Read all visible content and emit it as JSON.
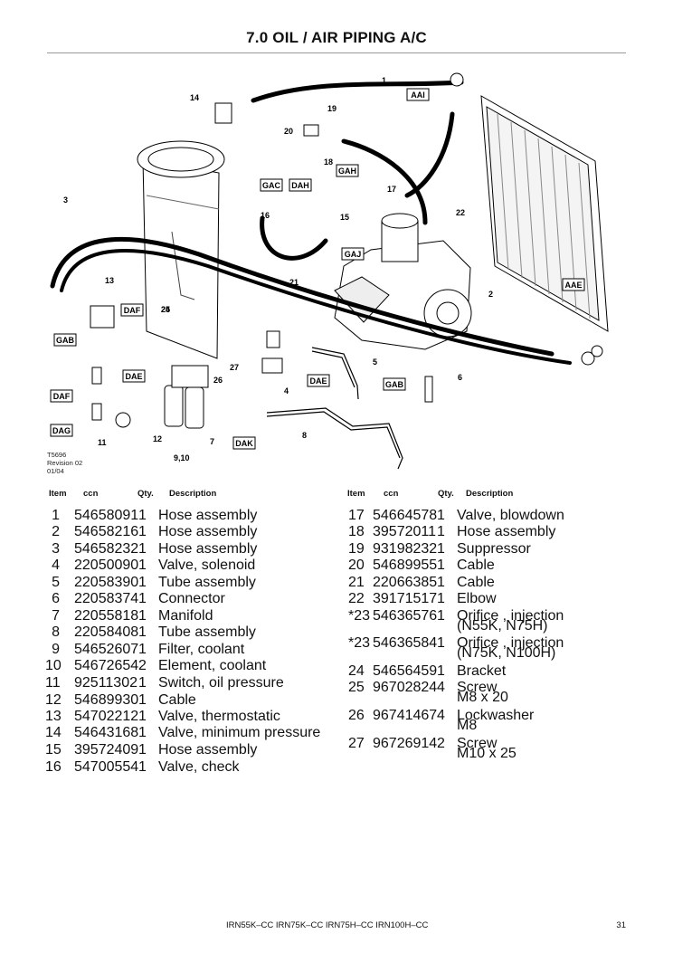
{
  "page": {
    "title": "7.0  OIL / AIR PIPING A/C",
    "footer_models": "IRN55K–CC   IRN75K–CC  IRN75H–CC  IRN100H–CC",
    "page_number": "31"
  },
  "figure": {
    "revision_lines": [
      "T5696",
      "Revision 02",
      "01/04"
    ],
    "callouts": [
      "1",
      "2",
      "3",
      "4",
      "5",
      "6",
      "7",
      "8",
      "9,10",
      "11",
      "12",
      "13",
      "14",
      "15",
      "16",
      "17",
      "18",
      "19",
      "20",
      "21",
      "22",
      "24",
      "25",
      "26",
      "27"
    ],
    "connection_labels": [
      "AAI",
      "GAH",
      "GAC",
      "DAH",
      "GAJ",
      "AAE",
      "DAF",
      "GAB",
      "DAE",
      "DAF",
      "DAG",
      "DAE",
      "GAB",
      "DAK"
    ]
  },
  "table": {
    "headers": {
      "item": "Item",
      "ccn": "ccn",
      "qty": "Qty.",
      "description": "Description"
    },
    "left": [
      {
        "item": "1",
        "ccn": "54658091",
        "qty": "1",
        "desc": [
          "Hose assembly"
        ]
      },
      {
        "item": "2",
        "ccn": "54658216",
        "qty": "1",
        "desc": [
          "Hose assembly"
        ]
      },
      {
        "item": "3",
        "ccn": "54658232",
        "qty": "1",
        "desc": [
          "Hose assembly"
        ]
      },
      {
        "item": "4",
        "ccn": "22050090",
        "qty": "1",
        "desc": [
          "Valve, solenoid"
        ]
      },
      {
        "item": "5",
        "ccn": "22058390",
        "qty": "1",
        "desc": [
          "Tube assembly"
        ]
      },
      {
        "item": "6",
        "ccn": "22058374",
        "qty": "1",
        "desc": [
          "Connector"
        ]
      },
      {
        "item": "7",
        "ccn": "22055818",
        "qty": "1",
        "desc": [
          "Manifold"
        ]
      },
      {
        "item": "8",
        "ccn": "22058408",
        "qty": "1",
        "desc": [
          "Tube assembly"
        ]
      },
      {
        "item": "9",
        "ccn": "54652607",
        "qty": "1",
        "desc": [
          "Filter, coolant"
        ]
      },
      {
        "item": "10",
        "ccn": "54672654",
        "qty": "2",
        "desc": [
          "Element, coolant"
        ]
      },
      {
        "item": "11",
        "ccn": "92511302",
        "qty": "1",
        "desc": [
          "Switch, oil pressure"
        ]
      },
      {
        "item": "12",
        "ccn": "54689930",
        "qty": "1",
        "desc": [
          "Cable"
        ]
      },
      {
        "item": "13",
        "ccn": "54702212",
        "qty": "1",
        "desc": [
          "Valve, thermostatic"
        ]
      },
      {
        "item": "14",
        "ccn": "54643168",
        "qty": "1",
        "desc": [
          "Valve, minimum pressure"
        ]
      },
      {
        "item": "15",
        "ccn": "39572409",
        "qty": "1",
        "desc": [
          "Hose assembly"
        ]
      },
      {
        "item": "16",
        "ccn": "54700554",
        "qty": "1",
        "desc": [
          "Valve, check"
        ]
      }
    ],
    "right": [
      {
        "item": "17",
        "ccn": "54664578",
        "qty": "1",
        "desc": [
          "Valve, blowdown"
        ]
      },
      {
        "item": "18",
        "ccn": "39572011",
        "qty": "1",
        "desc": [
          "Hose assembly"
        ]
      },
      {
        "item": "19",
        "ccn": "93198232",
        "qty": "1",
        "desc": [
          "Suppressor"
        ]
      },
      {
        "item": "20",
        "ccn": "54689955",
        "qty": "1",
        "desc": [
          "Cable"
        ]
      },
      {
        "item": "21",
        "ccn": "22066385",
        "qty": "1",
        "desc": [
          "Cable"
        ]
      },
      {
        "item": "22",
        "ccn": "39171517",
        "qty": "1",
        "desc": [
          "Elbow"
        ]
      },
      {
        "item": "*23",
        "ccn": "54636576",
        "qty": "1",
        "desc": [
          "Orifice , injection",
          "(N55K, N75H)"
        ]
      },
      {
        "item": "*23",
        "ccn": "54636584",
        "qty": "1",
        "desc": [
          "Orifice , injection",
          "(N75K, N100H)"
        ]
      },
      {
        "item": "24",
        "ccn": "54656459",
        "qty": "1",
        "desc": [
          "Bracket"
        ]
      },
      {
        "item": "25",
        "ccn": "96702824",
        "qty": "4",
        "desc": [
          "Screw",
          "M8 x 20"
        ]
      },
      {
        "item": "26",
        "ccn": "96741467",
        "qty": "4",
        "desc": [
          "Lockwasher",
          "M8"
        ]
      },
      {
        "item": "27",
        "ccn": "96726914",
        "qty": "2",
        "desc": [
          "Screw",
          "M10 x 25"
        ]
      }
    ]
  }
}
